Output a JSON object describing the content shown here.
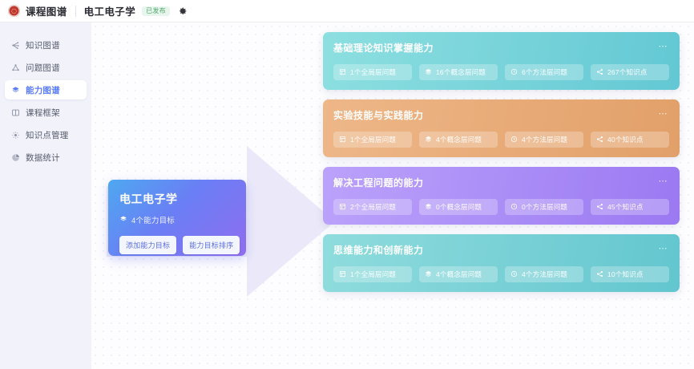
{
  "header": {
    "logo_icon": "course-logo-icon",
    "app_title": "课程图谱",
    "course_title": "电工电子学",
    "status_badge": "已发布",
    "gear_icon": "gear-icon"
  },
  "sidebar": {
    "items": [
      {
        "label": "知识图谱",
        "icon": "knowledge-graph-icon",
        "active": false
      },
      {
        "label": "问题图谱",
        "icon": "question-graph-icon",
        "active": false
      },
      {
        "label": "能力图谱",
        "icon": "ability-graph-icon",
        "active": true
      },
      {
        "label": "课程框架",
        "icon": "course-framework-icon",
        "active": false
      },
      {
        "label": "知识点管理",
        "icon": "knowledge-point-icon",
        "active": false
      },
      {
        "label": "数据统计",
        "icon": "data-statistics-icon",
        "active": false
      }
    ]
  },
  "course_card": {
    "title": "电工电子学",
    "goal_count_label": "4个能力目标",
    "goal_icon": "ability-icon",
    "add_button": "添加能力目标",
    "sort_button": "能力目标排序"
  },
  "colors": {
    "accent_blue": "#5b7cfa",
    "badge_green": "#4fa86b",
    "card1": "#76d0d6",
    "card2": "#e8a96a",
    "card3": "#a98cf5",
    "card4": "#6fcfd3",
    "arrow": "#e6e4f8"
  },
  "ability_cards": [
    {
      "title": "基础理论知识掌握能力",
      "gradient_from": "#8ddfe0",
      "gradient_to": "#63c8d4",
      "more_icon": "more-horizontal-icon",
      "tags": [
        {
          "icon": "global-layer-icon",
          "label": "1个全局层问题"
        },
        {
          "icon": "concept-layer-icon",
          "label": "16个概念层问题"
        },
        {
          "icon": "method-layer-icon",
          "label": "6个方法层问题"
        },
        {
          "icon": "knowledge-node-icon",
          "label": "267个知识点"
        }
      ]
    },
    {
      "title": "实验技能与实践能力",
      "gradient_from": "#eeb788",
      "gradient_to": "#e2a069",
      "more_icon": "more-horizontal-icon",
      "tags": [
        {
          "icon": "global-layer-icon",
          "label": "1个全局层问题"
        },
        {
          "icon": "concept-layer-icon",
          "label": "4个概念层问题"
        },
        {
          "icon": "method-layer-icon",
          "label": "4个方法层问题"
        },
        {
          "icon": "knowledge-node-icon",
          "label": "40个知识点"
        }
      ]
    },
    {
      "title": "解决工程问题的能力",
      "gradient_from": "#bba2fb",
      "gradient_to": "#9b79f2",
      "more_icon": "more-horizontal-icon",
      "tags": [
        {
          "icon": "global-layer-icon",
          "label": "2个全局层问题"
        },
        {
          "icon": "concept-layer-icon",
          "label": "0个概念层问题"
        },
        {
          "icon": "method-layer-icon",
          "label": "0个方法层问题"
        },
        {
          "icon": "knowledge-node-icon",
          "label": "45个知识点"
        }
      ]
    },
    {
      "title": "思维能力和创新能力",
      "gradient_from": "#8fdcdd",
      "gradient_to": "#63c6cf",
      "more_icon": "more-horizontal-icon",
      "tags": [
        {
          "icon": "global-layer-icon",
          "label": "1个全局层问题"
        },
        {
          "icon": "concept-layer-icon",
          "label": "4个概念层问题"
        },
        {
          "icon": "method-layer-icon",
          "label": "4个方法层问题"
        },
        {
          "icon": "knowledge-node-icon",
          "label": "10个知识点"
        }
      ]
    }
  ]
}
